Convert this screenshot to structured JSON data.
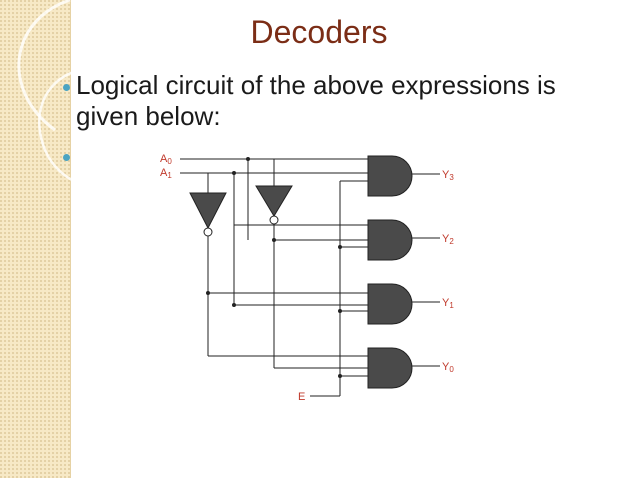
{
  "slide": {
    "title": "Decoders",
    "bullets": [
      "Logical circuit of the above expressions is given below:",
      ""
    ]
  },
  "circuit": {
    "inputs": [
      {
        "name": "A",
        "sub": "0"
      },
      {
        "name": "A",
        "sub": "1"
      }
    ],
    "enable": "E",
    "outputs": [
      {
        "name": "Y",
        "sub": "3"
      },
      {
        "name": "Y",
        "sub": "2"
      },
      {
        "name": "Y",
        "sub": "1"
      },
      {
        "name": "Y",
        "sub": "0"
      }
    ],
    "colors": {
      "wire": "#222222",
      "gate": "#4a4a4a",
      "label": "#c0392b"
    }
  }
}
